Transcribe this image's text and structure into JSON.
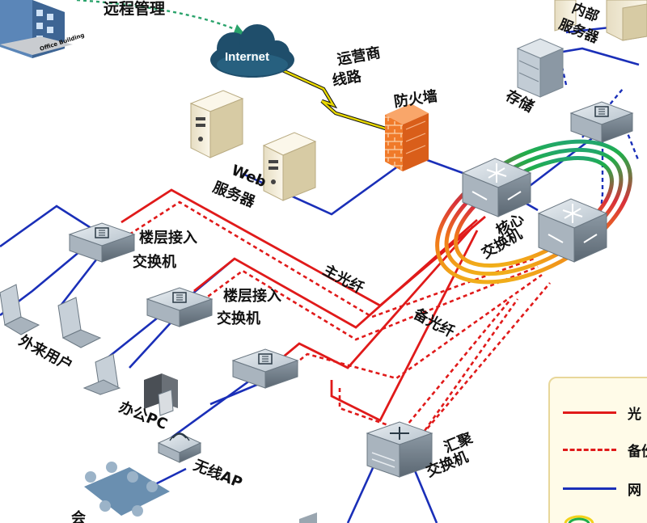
{
  "labels": {
    "remote_mgmt": "远程管理",
    "office_building": "Office Building",
    "internet": "Internet",
    "isp_line": [
      "运营商",
      "线路"
    ],
    "firewall": "防火墙",
    "web_servers": [
      "Web",
      "服务器"
    ],
    "internal_servers": [
      "内部",
      "服务器"
    ],
    "storage": "存储",
    "floor_switch_1": [
      "楼层接入",
      "交换机"
    ],
    "floor_switch_2": [
      "楼层接入",
      "交换机"
    ],
    "core_switch": [
      "核心",
      "交换机"
    ],
    "main_fiber": "主光纤",
    "backup_fiber": "备光纤",
    "guest_users": "外来用户",
    "office_pc": "办公PC",
    "wireless_ap": "无线AP",
    "aggregation_switch": [
      "汇聚",
      "交换机"
    ],
    "meeting_partial": "会"
  },
  "legend": {
    "fiber": "光",
    "backup": "备份",
    "network": "网"
  },
  "colors": {
    "fiber_red": "#e01a1a",
    "network_blue": "#1a2fb8",
    "isp_yellow": "#e8d800",
    "remote_green": "#2aa36b",
    "cloud": "#1f4e6b"
  }
}
